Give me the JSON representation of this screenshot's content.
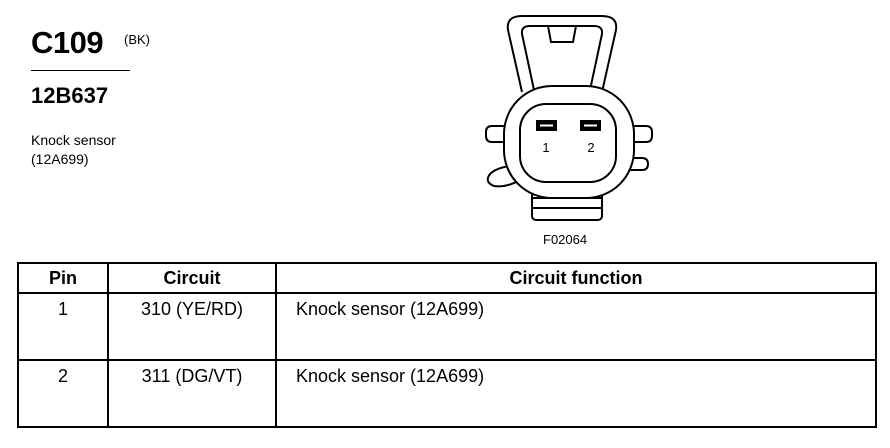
{
  "connector": {
    "id": "C109",
    "color": "(BK)",
    "part_number": "12B637",
    "description_line1": "Knock sensor",
    "description_line2": "(12A699)"
  },
  "diagram": {
    "pin_labels": [
      "1",
      "2"
    ],
    "figure_code": "F02064"
  },
  "table": {
    "headers": [
      "Pin",
      "Circuit",
      "Circuit function"
    ],
    "rows": [
      {
        "pin": "1",
        "circuit": "310 (YE/RD)",
        "function": "Knock sensor (12A699)"
      },
      {
        "pin": "2",
        "circuit": "311 (DG/VT)",
        "function": "Knock sensor (12A699)"
      }
    ]
  }
}
